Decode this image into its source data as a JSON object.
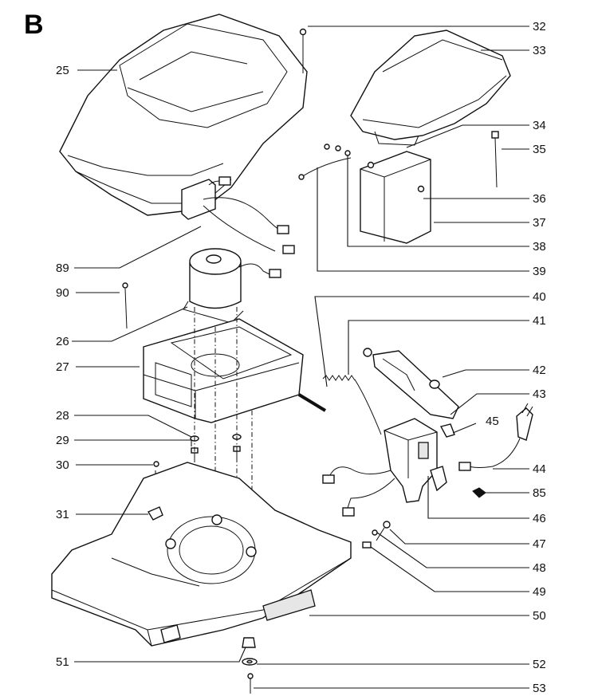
{
  "section_letter": "B",
  "part_numbers": {
    "p25": "25",
    "p26": "26",
    "p27": "27",
    "p28": "28",
    "p29": "29",
    "p30": "30",
    "p31": "31",
    "p32": "32",
    "p33": "33",
    "p34": "34",
    "p35": "35",
    "p36": "36",
    "p37": "37",
    "p38": "38",
    "p39": "39",
    "p40": "40",
    "p41": "41",
    "p42": "42",
    "p43": "43",
    "p44": "44",
    "p45": "45",
    "p46": "46",
    "p47": "47",
    "p48": "48",
    "p49": "49",
    "p50": "50",
    "p51": "51",
    "p52": "52",
    "p53": "53",
    "p85": "85",
    "p89": "89",
    "p90": "90"
  },
  "colors": {
    "line": "#111111",
    "background": "#ffffff",
    "shade": "#e6e6e6"
  }
}
